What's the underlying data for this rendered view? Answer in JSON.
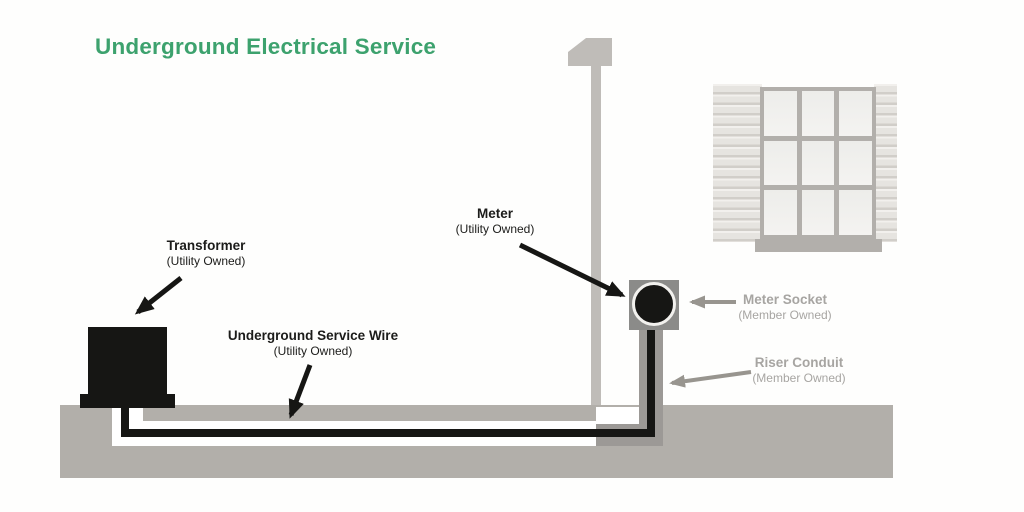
{
  "title": "Underground Electrical Service",
  "labels": {
    "transformer": {
      "title": "Transformer",
      "sub": "(Utility Owned)"
    },
    "meter": {
      "title": "Meter",
      "sub": "(Utility Owned)"
    },
    "service_wire": {
      "title": "Underground Service Wire",
      "sub": "(Utility Owned)"
    },
    "meter_socket": {
      "title": "Meter Socket",
      "sub": "(Member Owned)"
    },
    "riser_conduit": {
      "title": "Riser Conduit",
      "sub": "(Member Owned)"
    }
  },
  "colors": {
    "title_green": "#3da26e",
    "utility_black": "#161614",
    "member_grey_text": "#a7a5a2",
    "grey_arrow": "#98958f",
    "ground_grey": "#b2afaa",
    "house_grey": "#bfbcb8",
    "window_frame_grey": "#b2afab",
    "conduit_grey": "#9c9996",
    "meter_socket_grey": "#8b8b89",
    "trench_white": "#ffffff"
  },
  "diagram": {
    "type": "illustration",
    "components": [
      "pad-mounted transformer",
      "underground service wire in trench",
      "meter",
      "meter socket",
      "riser conduit",
      "house corner pole",
      "roof cap",
      "window with shutters",
      "ground band"
    ]
  }
}
